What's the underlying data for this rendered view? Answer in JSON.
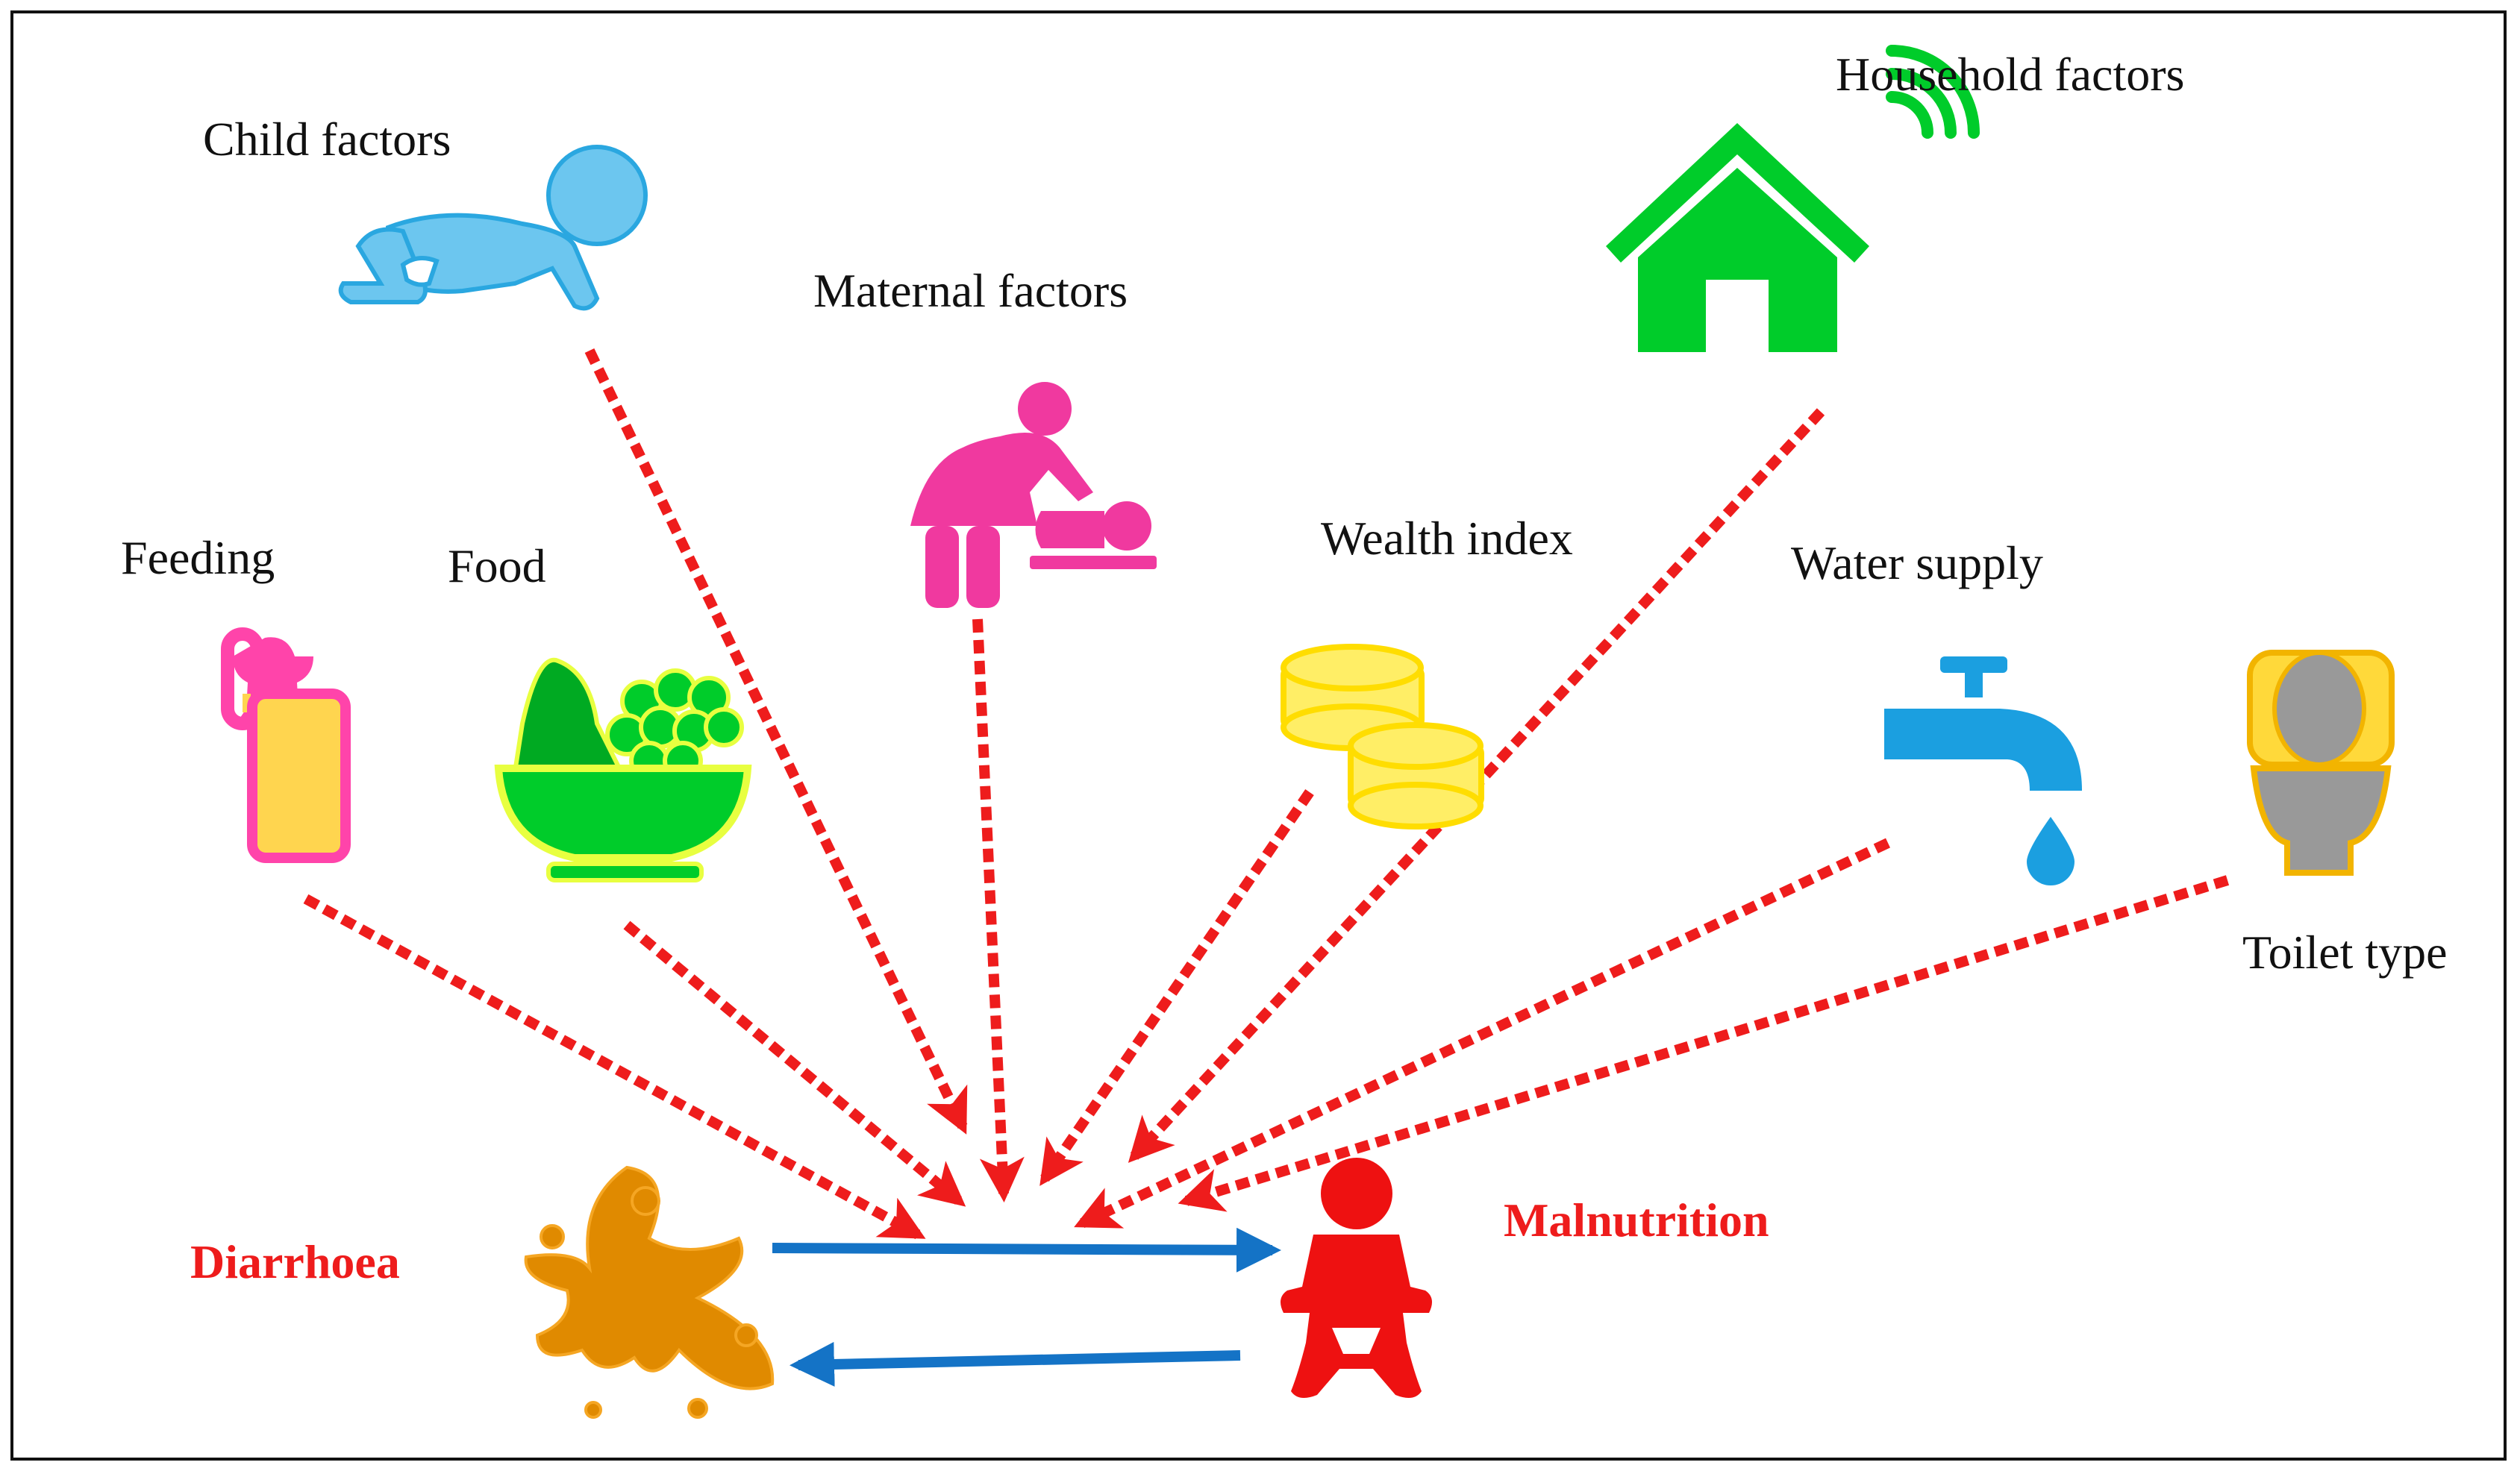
{
  "labels": {
    "child": "Child factors",
    "maternal": "Maternal factors",
    "household": "Household factors",
    "feeding": "Feeding",
    "food": "Food",
    "wealth": "Wealth index",
    "water": "Water supply",
    "toilet": "Toilet type",
    "diarrhoea": "Diarrhoea",
    "malnutrition": "Malnutrition"
  },
  "icons": {
    "child": "crawling-baby-icon",
    "maternal": "mother-changing-baby-icon",
    "household": "smart-house-icon",
    "feeding": "feeding-bottle-icon",
    "food": "fruit-bowl-icon",
    "wealth": "coin-stacks-icon",
    "water": "water-tap-icon",
    "toilet": "toilet-icon",
    "diarrhoea": "splash-icon",
    "malnutrition": "infant-icon"
  },
  "colors": {
    "factor_arrow": "#ee1c1c",
    "bidirectional_arrow": "#1473c6",
    "outcome_label": "#ee1c1c",
    "child_icon": "#6cc6ef",
    "maternal_icon": "#f0399f",
    "household_icon": "#00cc2a",
    "feeding_icon": "#ffd54f",
    "food_icon": "#00cc2a",
    "wealth_icon": "#ffee66",
    "water_icon": "#1b9fe0",
    "toilet_icon": "#f2c026",
    "diarrhoea_icon": "#e08a00",
    "malnutrition_icon": "#ee1111"
  }
}
